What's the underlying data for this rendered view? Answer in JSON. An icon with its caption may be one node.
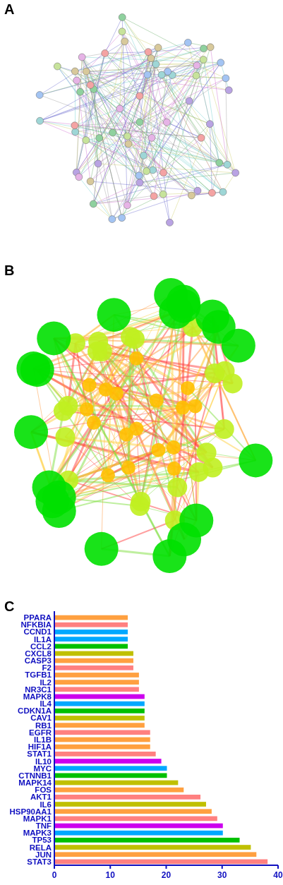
{
  "diagram": {
    "labels": [
      "A",
      "B",
      "C"
    ],
    "chart_data": {
      "type": "bar",
      "orientation": "horizontal",
      "categories": [
        "PPARA",
        "NFKBIA",
        "CCND1",
        "IL1A",
        "CCL2",
        "CXCL8",
        "CASP3",
        "F2",
        "TGFB1",
        "IL2",
        "NR3C1",
        "MAPK8",
        "IL4",
        "CDKN1A",
        "CAV1",
        "RB1",
        "EGFR",
        "IL1B",
        "HIF1A",
        "STAT1",
        "IL10",
        "MYC",
        "CTNNB1",
        "MAPK14",
        "FOS",
        "AKT1",
        "IL6",
        "HSP90AA1",
        "MAPK1",
        "TNF",
        "MAPK3",
        "TP53",
        "RELA",
        "JUN",
        "STAT3"
      ],
      "values": [
        13,
        13,
        13,
        13,
        13,
        14,
        14,
        14,
        15,
        15,
        15,
        16,
        16,
        16,
        16,
        16,
        17,
        17,
        17,
        18,
        19,
        20,
        20,
        22,
        23,
        26,
        27,
        28,
        29,
        30,
        30,
        33,
        35,
        36,
        38
      ],
      "xlim": [
        0,
        40
      ],
      "xticks": [
        0,
        10,
        20,
        30,
        40
      ]
    }
  }
}
